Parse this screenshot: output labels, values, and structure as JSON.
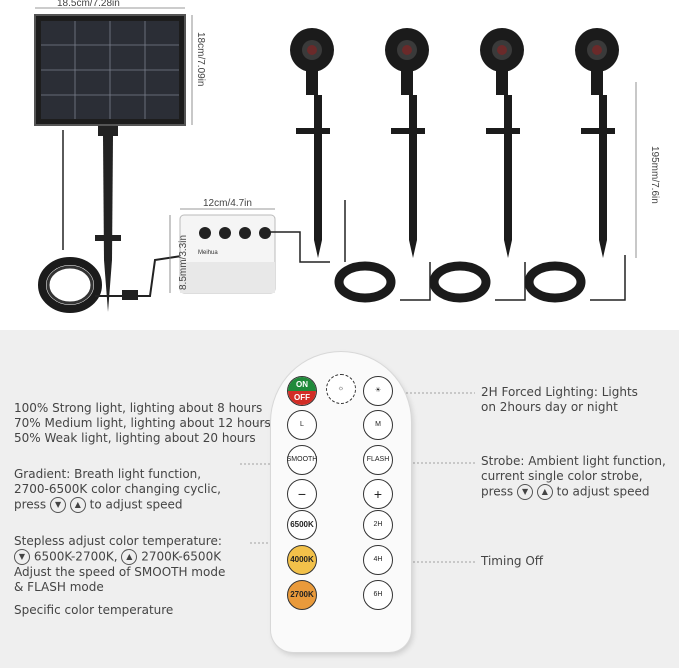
{
  "dimensions": {
    "panel_width": "18.5cm/7.28in",
    "panel_height": "18cm/7.09in",
    "box_width": "12cm/4.7in",
    "box_height": "8.5mm/3.3in",
    "light_height": "195mm/7.6in"
  },
  "box": {
    "brand": "Meihua"
  },
  "remote": {
    "on_label": "ON",
    "off_label": "OFF",
    "smooth_label": "SMOOTH",
    "flash_label": "FLASH",
    "temp_6500": "6500K",
    "temp_4000": "4000K",
    "temp_2700": "2700K",
    "l_label": "L",
    "m_label": "M",
    "timer_2h": "2H",
    "timer_4h": "4H",
    "timer_6h": "6H"
  },
  "notes": {
    "brightness": [
      "100% Strong light, lighting about 8 hours",
      "70% Medium light, lighting about 12 hours",
      "50% Weak light, lighting about 20 hours"
    ],
    "gradient": [
      "Gradient: Breath light function,",
      "2700-6500K color changing cyclic,",
      "press",
      "to adjust speed"
    ],
    "stepless": [
      "Stepless adjust color temperature:",
      "6500K-2700K,",
      "2700K-6500K",
      "Adjust the speed of SMOOTH mode",
      "& FLASH mode"
    ],
    "specific": "Specific color temperature",
    "forced": [
      "2H Forced Lighting: Lights",
      "on 2hours day or night"
    ],
    "strobe": [
      "Strobe: Ambient light function,",
      "current single color strobe,",
      "press",
      "to adjust speed"
    ],
    "timing": "Timing Off"
  },
  "colors": {
    "on": "#1f8a3a",
    "off": "#d22d26",
    "temp_4000": "#f2c14a",
    "temp_2700": "#e99a3b",
    "background_bottom": "#efefef"
  }
}
